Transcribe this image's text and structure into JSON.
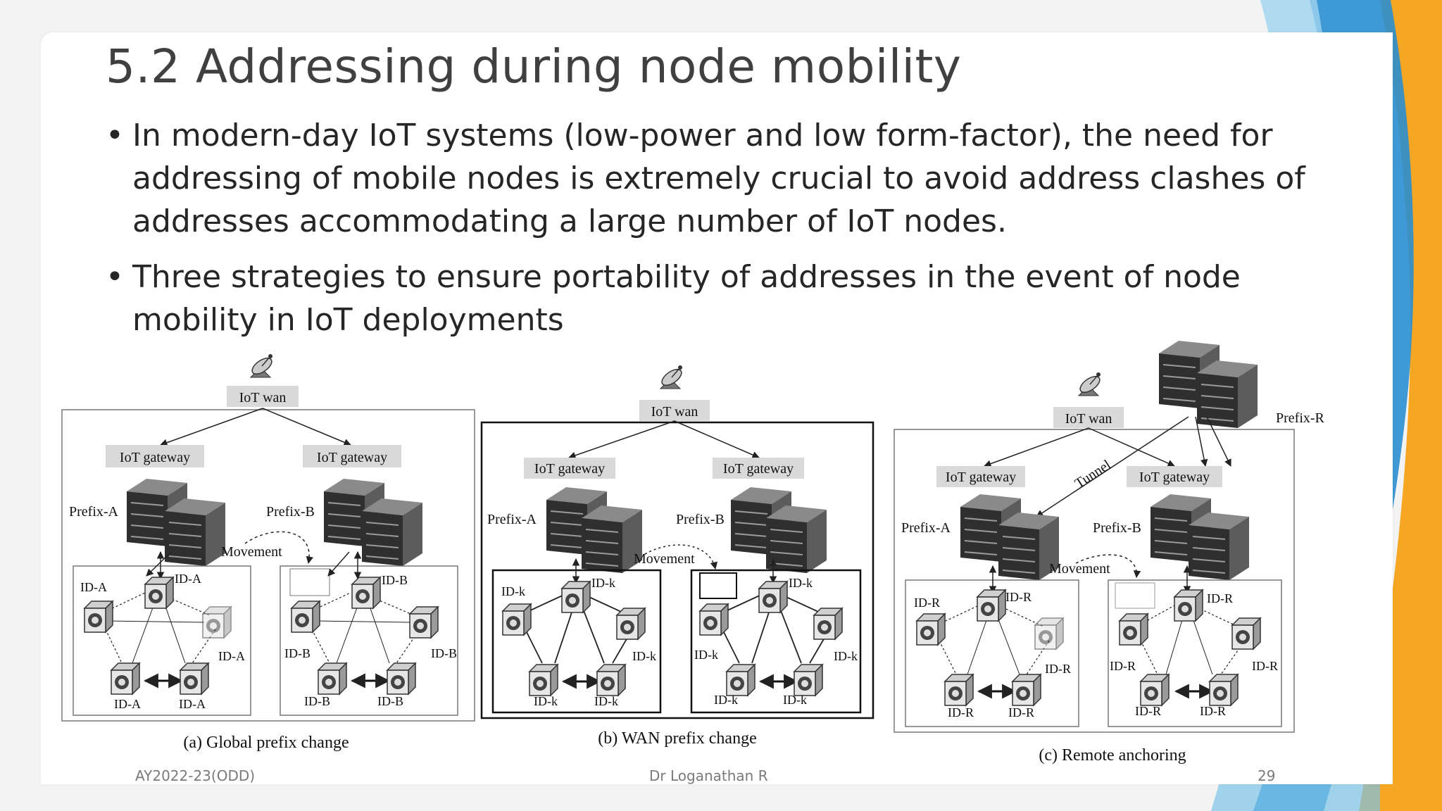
{
  "slide": {
    "title": "5.2 Addressing during node mobility",
    "bullets": [
      "In modern-day IoT systems (low-power and low form-factor), the need for addressing of mobile nodes is extremely crucial to avoid address clashes of addresses accommodating a large number of IoT nodes.",
      "Three strategies to ensure portability of addresses in the event of node mobility in IoT deployments"
    ]
  },
  "figure": {
    "panel_a": {
      "wan_label": "IoT wan",
      "gateway_left": "IoT gateway",
      "gateway_right": "IoT gateway",
      "prefix_left": "Prefix-A",
      "prefix_right": "Prefix-B",
      "movement": "Movement",
      "ids_left": [
        "ID-A",
        "ID-A",
        "ID-A",
        "ID-A",
        "ID-A"
      ],
      "ids_right": [
        "ID-B",
        "ID-B",
        "ID-B",
        "ID-B",
        "ID-B"
      ],
      "caption": "(a)  Global prefix change"
    },
    "panel_b": {
      "wan_label": "IoT wan",
      "gateway_left": "IoT gateway",
      "gateway_right": "IoT gateway",
      "prefix_left": "Prefix-A",
      "prefix_right": "Prefix-B",
      "movement": "Movement",
      "ids_left": [
        "ID-k",
        "ID-k",
        "ID-k",
        "ID-k",
        "ID-k"
      ],
      "ids_right": [
        "ID-k",
        "ID-k",
        "ID-k",
        "ID-k",
        "ID-k"
      ],
      "caption": "(b)  WAN prefix change"
    },
    "panel_c": {
      "wan_label": "IoT wan",
      "prefix_remote": "Prefix-R",
      "tunnel": "Tunnel",
      "gateway_left": "IoT gateway",
      "gateway_right": "IoT gateway",
      "prefix_left": "Prefix-A",
      "prefix_right": "Prefix-B",
      "movement": "Movement",
      "ids_left": [
        "ID-R",
        "ID-R",
        "ID-R",
        "ID-R",
        "ID-R"
      ],
      "ids_right": [
        "ID-R",
        "ID-R",
        "ID-R",
        "ID-R",
        "ID-R"
      ],
      "caption": "(c)  Remote anchoring"
    }
  },
  "footer": {
    "left": "AY2022-23(ODD)",
    "center": "Dr Loganathan R",
    "page": "29"
  },
  "colors": {
    "accent_orange": "#f5a623",
    "accent_blue": "#1e88c7",
    "label_gray": "#d9d9d9",
    "title_gray": "#404040"
  }
}
